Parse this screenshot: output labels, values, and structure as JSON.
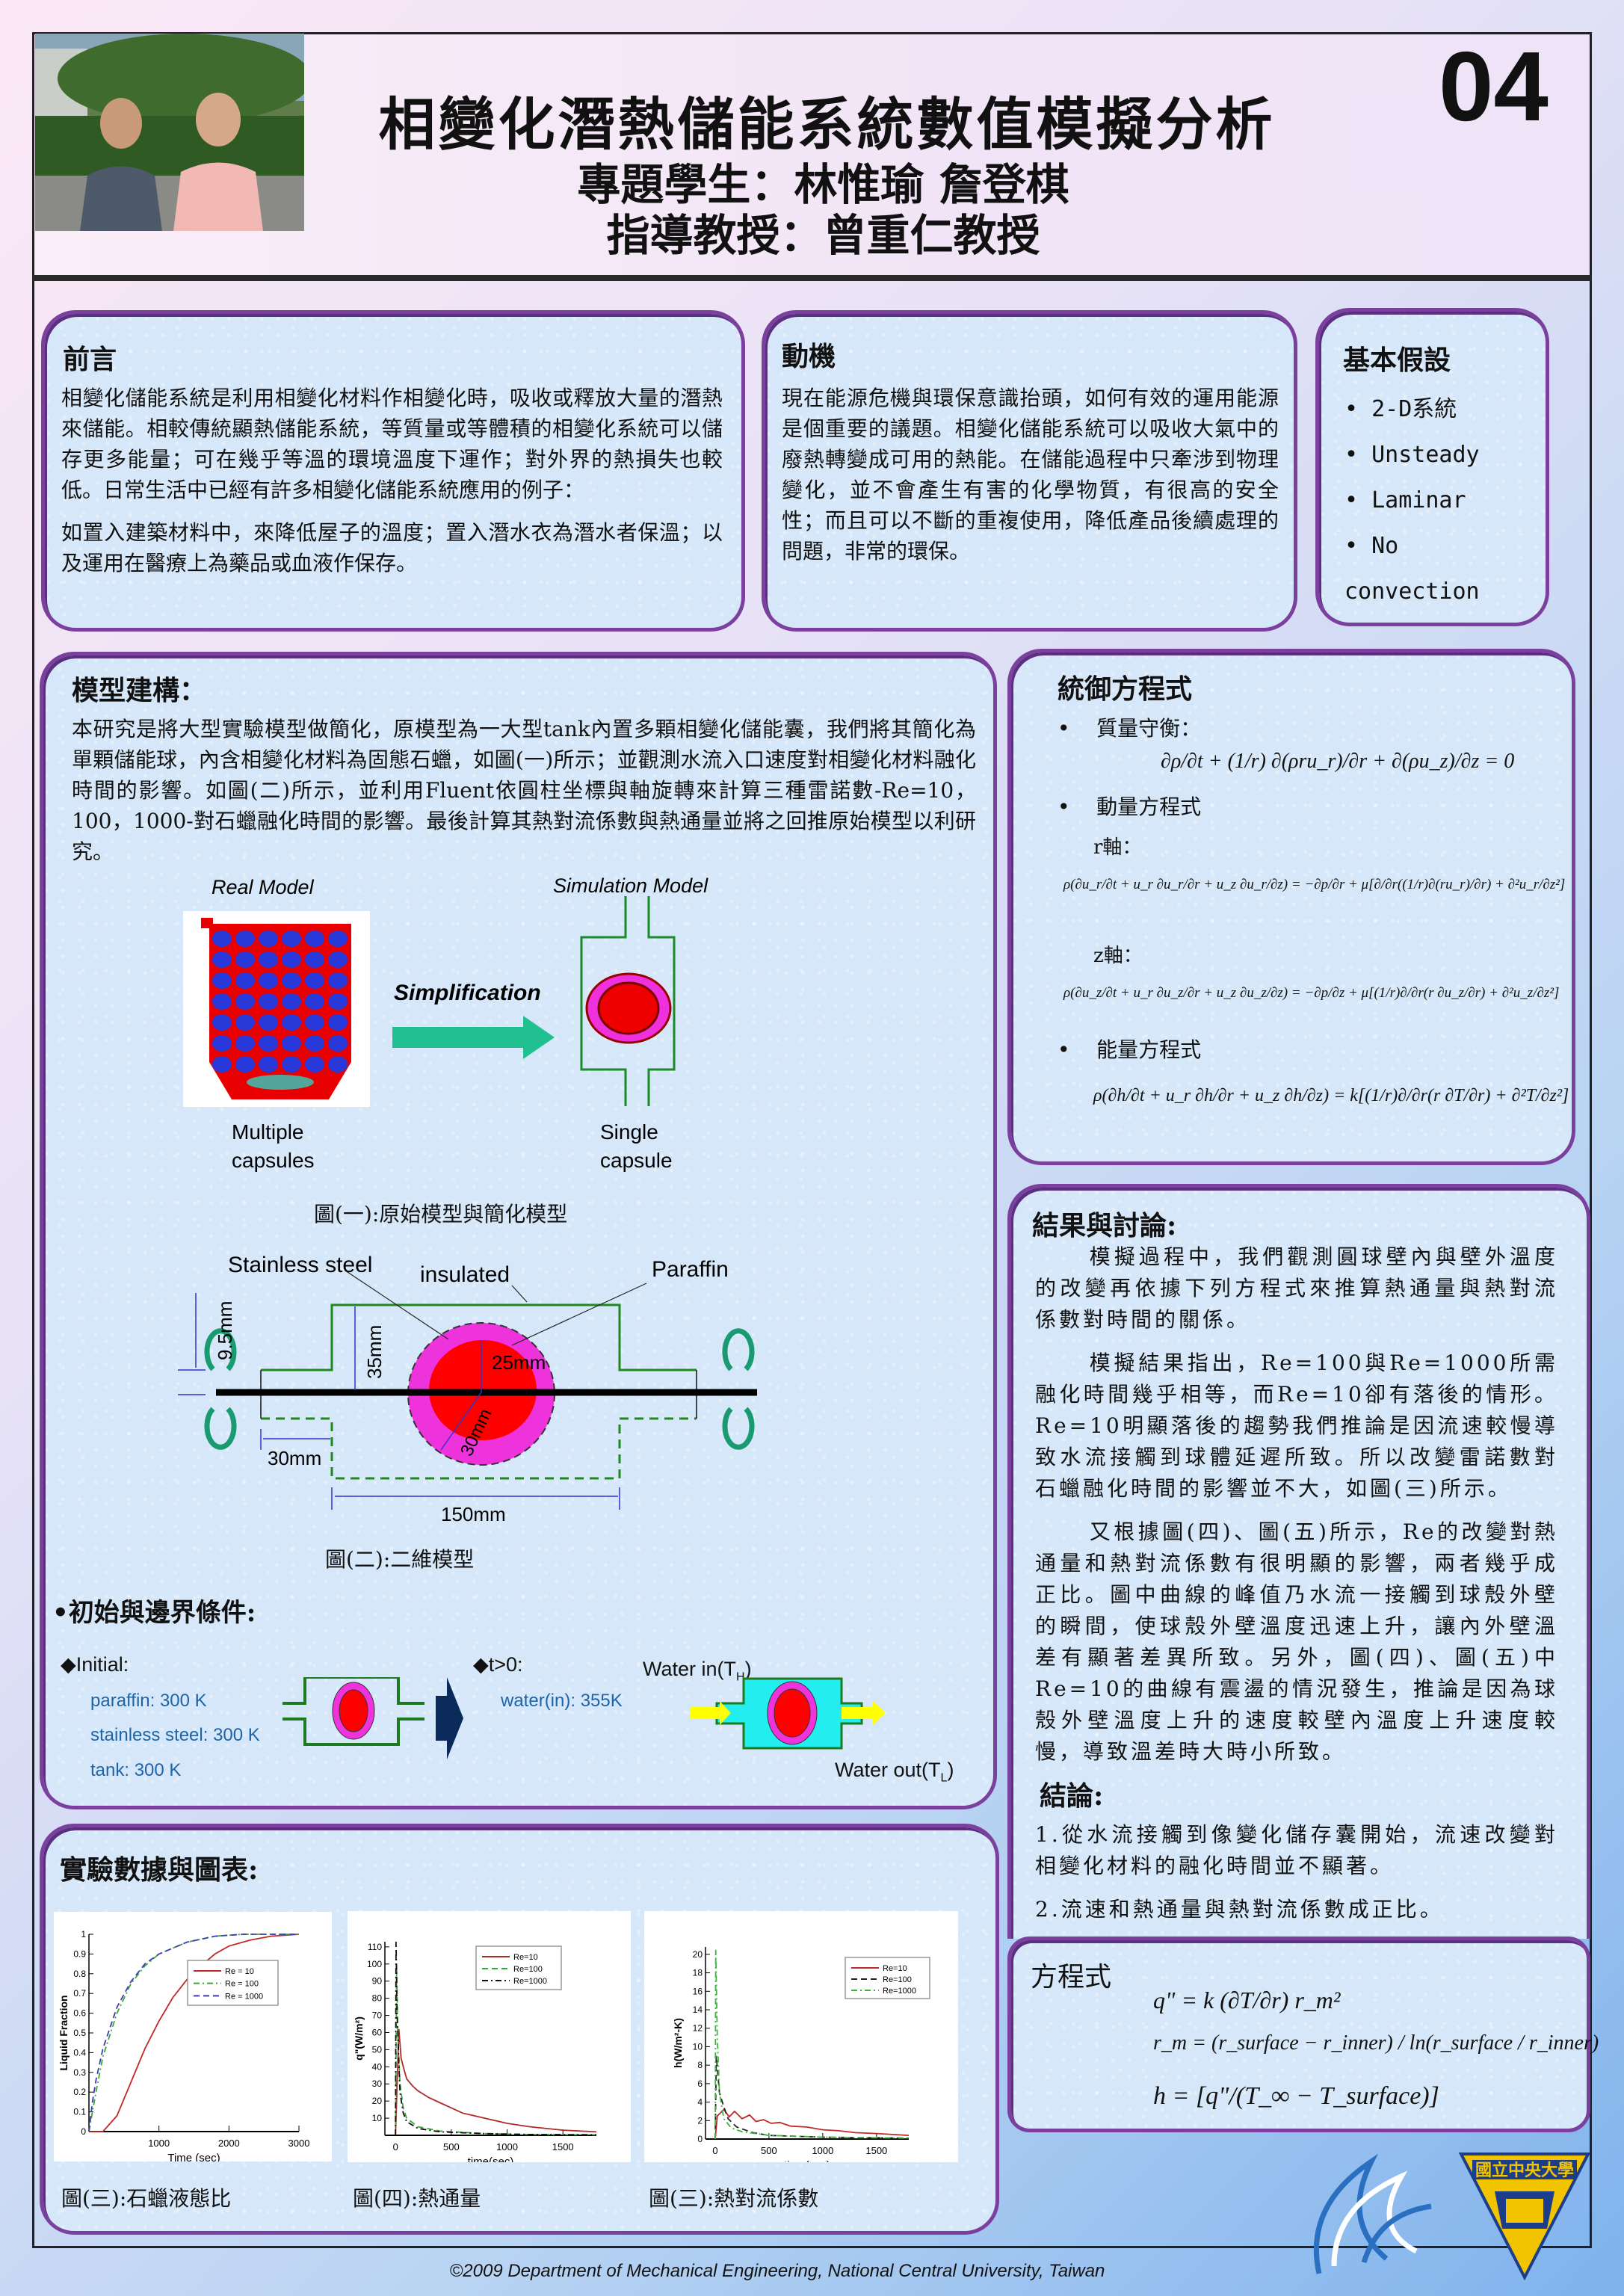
{
  "header": {
    "title": "相變化潛熱儲能系統數值模擬分析",
    "students": "專題學生：林惟瑜  詹登棋",
    "advisor": "指導教授：曾重仁教授",
    "poster_number": "04"
  },
  "intro": {
    "title": "前言",
    "paragraphs": [
      "相變化儲能系統是利用相變化材料作相變化時，吸收或釋放大量的潛熱來儲能。相較傳統顯熱儲能系統，等質量或等體積的相變化系統可以儲存更多能量；可在幾乎等溫的環境溫度下運作；對外界的熱損失也較低。日常生活中已經有許多相變化儲能系統應用的例子：",
      "如置入建築材料中，來降低屋子的溫度；置入潛水衣為潛水者保溫；以及運用在醫療上為藥品或血液作保存。"
    ]
  },
  "motivation": {
    "title": "動機",
    "text": "現在能源危機與環保意識抬頭，如何有效的運用能源是個重要的議題。相變化儲能系統可以吸收大氣中的廢熱轉變成可用的熱能。在儲能過程中只牽涉到物理變化，並不會產生有害的化學物質，有很高的安全性；而且可以不斷的重複使用，降低產品後續處理的問題，非常的環保。"
  },
  "assumptions": {
    "title": "基本假設",
    "items": [
      "2-D系統",
      "Unsteady",
      "Laminar",
      "No convection"
    ]
  },
  "model": {
    "title": "模型建構：",
    "text": "本研究是將大型實驗模型做簡化，原模型為一大型tank內置多顆相變化儲能囊，我們將其簡化為單顆儲能球，內含相變化材料為固態石蠟，如圖(一)所示；並觀測水流入口速度對相變化材料融化時間的影響。如圖(二)所示，並利用Fluent依圓柱坐標與軸旋轉來計算三種雷諾數-Re=10，100，1000-對石蠟融化時間的影響。最後計算其熱對流係數與熱通量並將之回推原始模型以利研究。",
    "fig1": {
      "real_model": "Real Model",
      "simulation_model": "Simulation Model",
      "simplification": "Simplification",
      "multiple_1": "Multiple",
      "multiple_2": "capsules",
      "single_1": "Single",
      "single_2": "capsule",
      "caption": "圖(一):原始模型與簡化模型"
    },
    "fig2": {
      "stainless": "Stainless steel",
      "insulated": "insulated",
      "paraffin": "Paraffin",
      "d_9_5": "9.5mm",
      "d_35": "35mm",
      "d_25": "25mm",
      "d_30r": "30mm",
      "d_30": "30mm",
      "d_150": "150mm",
      "caption": "圖(二):二維模型"
    },
    "bc": {
      "title": "•初始與邊界條件:",
      "initial": "◆Initial:",
      "paraffin": "paraffin: 300 K",
      "steel": "stainless steel:  300 K",
      "tank": "tank: 300 K",
      "t_gt_0": "◆t>0:",
      "water_in_temp": "water(in): 355K",
      "water_in": "Water in(T",
      "water_in_sub": "H",
      "water_out": "Water out(T",
      "water_out_sub": "L"
    }
  },
  "governing": {
    "title": "統御方程式",
    "mass_label": "質量守衡：",
    "mass_eq": "∂ρ/∂t + (1/r) ∂(ρru_r)/∂r + ∂(ρu_z)/∂z = 0",
    "momentum_label": "動量方程式",
    "r_label": "r軸：",
    "r_eq": "ρ(∂u_r/∂t + u_r ∂u_r/∂r + u_z ∂u_r/∂z) = −∂p/∂r + μ[∂/∂r((1/r)∂(ru_r)/∂r) + ∂²u_r/∂z²]",
    "z_label": "z軸：",
    "z_eq": "ρ(∂u_z/∂t + u_r ∂u_z/∂r + u_z ∂u_z/∂z) = −∂p/∂z + μ[(1/r)∂/∂r(r ∂u_z/∂r) + ∂²u_z/∂z²]",
    "energy_label": "能量方程式",
    "energy_eq": "ρ(∂h/∂t + u_r ∂h/∂r + u_z ∂h/∂z) = k[(1/r)∂/∂r(r ∂T/∂r) + ∂²T/∂z²]"
  },
  "results": {
    "title": "結果與討論:",
    "paragraphs": [
      "模擬過程中，我們觀測圓球壁內與壁外溫度的改變再依據下列方程式來推算熱通量與熱對流係數對時間的關係。",
      "模擬結果指出，Re=100與Re=1000所需融化時間幾乎相等，而Re=10卻有落後的情形。Re=10明顯落後的趨勢我們推論是因流速較慢導致水流接觸到球體延遲所致。所以改變雷諾數對石蠟融化時間的影響並不大，如圖(三)所示。",
      "又根據圖(四)、圖(五)所示，Re的改變對熱通量和熱對流係數有很明顯的影響，兩者幾乎成正比。圖中曲線的峰值乃水流一接觸到球殼外壁的瞬間，使球殼外壁溫度迅速上升，讓內外壁溫差有顯著差異所致。另外，圖(四)、圖(五)中Re=10的曲線有震盪的情況發生，推論是因為球殼外壁溫度上升的速度較壁內溫度上升速度較慢，導致溫差時大時小所致。"
    ],
    "conclusion_title": "結論:",
    "conclusions": [
      "1.從水流接觸到像變化儲存囊開始，流速改變對相變化材料的融化時間並不顯著。",
      "2.流速和熱通量與熱對流係數成正比。"
    ]
  },
  "equations": {
    "title": "方程式",
    "q_eq": "q\" = k (∂T/∂r) r_m²",
    "rm_eq": "r_m = (r_surface − r_inner) / ln(r_surface / r_inner)",
    "h_eq": "h = [q\"/(T_∞ − T_surface)]"
  },
  "experiment": {
    "title": "實驗數據與圖表:",
    "captions": [
      "圖(三):石蠟液態比",
      "圖(四):熱通量",
      "圖(三):熱對流係數"
    ]
  },
  "chart_data": [
    {
      "type": "line",
      "xlabel": "Time (sec)",
      "ylabel": "Liquid Fraction",
      "xlim": [
        0,
        3000
      ],
      "ylim": [
        0,
        1
      ],
      "xticks": [
        1000,
        2000,
        3000
      ],
      "yticks": [
        0,
        0.1,
        0.2,
        0.3,
        0.4,
        0.5,
        0.6,
        0.7,
        0.8,
        0.9,
        1
      ],
      "legend": "center-right",
      "series": [
        {
          "name": "Re = 10",
          "color": "#c0282a",
          "dash": "solid",
          "x": [
            0,
            200,
            400,
            600,
            800,
            1000,
            1200,
            1400,
            1600,
            1800,
            2000,
            2300,
            2600,
            3000
          ],
          "y": [
            0,
            0,
            0.08,
            0.25,
            0.42,
            0.56,
            0.68,
            0.77,
            0.84,
            0.9,
            0.94,
            0.97,
            0.99,
            1.0
          ]
        },
        {
          "name": "Re = 100",
          "color": "#3aa63a",
          "dash": "dashdot",
          "x": [
            0,
            50,
            100,
            200,
            400,
            600,
            800,
            1000,
            1400,
            1800,
            2200,
            3000
          ],
          "y": [
            0,
            0.1,
            0.2,
            0.38,
            0.6,
            0.75,
            0.84,
            0.9,
            0.96,
            0.99,
            1.0,
            1.0
          ]
        },
        {
          "name": "Re = 1000",
          "color": "#3c3cb4",
          "dash": "dashed",
          "x": [
            0,
            50,
            100,
            200,
            400,
            600,
            800,
            1000,
            1400,
            1800,
            2200,
            3000
          ],
          "y": [
            0,
            0.15,
            0.26,
            0.42,
            0.63,
            0.76,
            0.85,
            0.9,
            0.96,
            0.99,
            1.0,
            1.0
          ]
        }
      ]
    },
    {
      "type": "line",
      "xlabel": "time(sec)",
      "ylabel": "q\"(W/m²)",
      "xlim": [
        -95,
        1800
      ],
      "ylim": [
        0,
        113
      ],
      "xticks": [
        0,
        500,
        1000,
        1500
      ],
      "yticks": [
        10,
        20,
        30,
        40,
        50,
        60,
        70,
        80,
        90,
        100,
        110
      ],
      "legend": "top-right",
      "series": [
        {
          "name": "Re=10",
          "color": "#b02a2a",
          "dash": "solid",
          "x": [
            0,
            30,
            50,
            70,
            100,
            150,
            200,
            300,
            400,
            500,
            600,
            800,
            1000,
            1200,
            1500,
            1800
          ],
          "y": [
            0,
            62,
            45,
            40,
            33,
            29,
            26,
            22,
            19,
            16,
            13,
            10,
            7,
            5,
            3,
            2
          ]
        },
        {
          "name": "Re=100",
          "color": "#3aa63a",
          "dash": "dashed",
          "x": [
            0,
            10,
            20,
            40,
            70,
            100,
            200,
            400,
            800,
            1200,
            1800
          ],
          "y": [
            0,
            100,
            60,
            30,
            16,
            10,
            5,
            2.5,
            1,
            0.5,
            0.3
          ]
        },
        {
          "name": "Re=1000",
          "color": "#111111",
          "dash": "dashdot",
          "x": [
            0,
            5,
            15,
            40,
            70,
            100,
            200,
            400,
            800,
            1200,
            1800
          ],
          "y": [
            0,
            113,
            70,
            25,
            13,
            8,
            4,
            2,
            1,
            0.5,
            0.3
          ]
        }
      ]
    },
    {
      "type": "line",
      "xlabel": "time(sec)",
      "ylabel": "h(W/m²-K)",
      "xlim": [
        -90,
        1800
      ],
      "ylim": [
        0,
        20.8
      ],
      "xticks": [
        0,
        500,
        1000,
        1500
      ],
      "yticks": [
        0,
        2,
        4,
        6,
        8,
        10,
        12,
        14,
        16,
        18,
        20
      ],
      "legend": "top-right",
      "series": [
        {
          "name": "Re=10",
          "color": "#c0282a",
          "dash": "solid",
          "x": [
            0,
            20,
            80,
            130,
            180,
            250,
            320,
            380,
            450,
            520,
            600,
            700,
            850,
            1000,
            1150,
            1300,
            1500,
            1800
          ],
          "y": [
            0,
            2.5,
            3.2,
            2.4,
            3.0,
            2.2,
            2.6,
            1.9,
            2.1,
            1.7,
            1.8,
            1.4,
            1.3,
            1.0,
            0.9,
            0.7,
            0.6,
            0.4
          ]
        },
        {
          "name": "Re=100",
          "color": "#222222",
          "dash": "dashed",
          "x": [
            0,
            10,
            40,
            80,
            120,
            200,
            350,
            500,
            1000,
            1800
          ],
          "y": [
            0,
            9,
            5,
            3.5,
            2.2,
            1.3,
            0.7,
            0.4,
            0.2,
            0.1
          ]
        },
        {
          "name": "Re=1000",
          "color": "#3ab83a",
          "dash": "dashdot",
          "x": [
            0,
            5,
            20,
            40,
            80,
            150,
            250,
            500,
            1000,
            1800
          ],
          "y": [
            0,
            20.5,
            11,
            5,
            2.2,
            1.2,
            0.8,
            0.4,
            0.2,
            0.1
          ]
        }
      ]
    }
  ],
  "footer": "©2009 Department of Mechanical Engineering, National Central University, Taiwan",
  "logo": {
    "emblem_text": "國立中央大學"
  }
}
